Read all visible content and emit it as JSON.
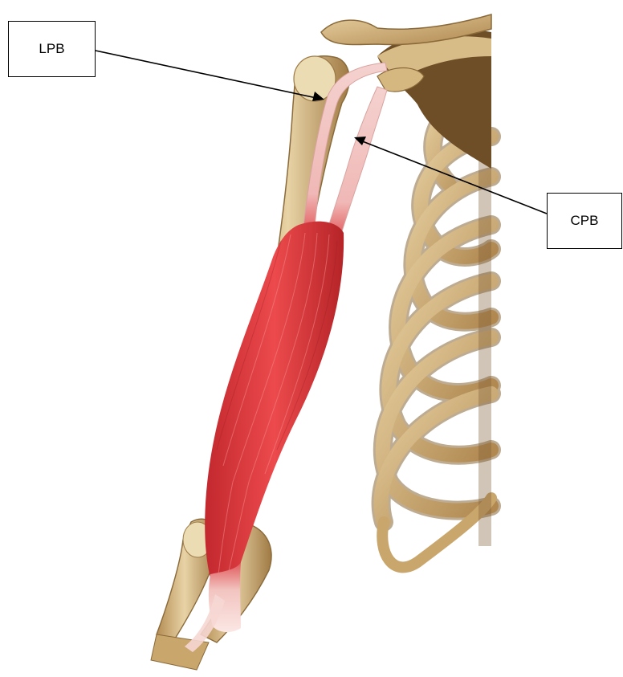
{
  "labels": {
    "lpb": "LPB",
    "cpb": "CPB"
  },
  "colors": {
    "background": "#ffffff",
    "bone": "#dcc08e",
    "bone_light": "#f1e3c3",
    "bone_shadow": "#8a6a3a",
    "muscle": "#e03a3e",
    "muscle_dark": "#a8262c",
    "tendon": "#f2c4c0",
    "arrow": "#000000"
  },
  "illustration": {
    "subject": "biceps-brachii-anatomy",
    "parts": [
      "humerus",
      "scapula",
      "clavicle",
      "rib-cage",
      "forearm-bones",
      "biceps-muscle-belly",
      "long-head-tendon",
      "short-head-tendon",
      "distal-tendon"
    ]
  }
}
